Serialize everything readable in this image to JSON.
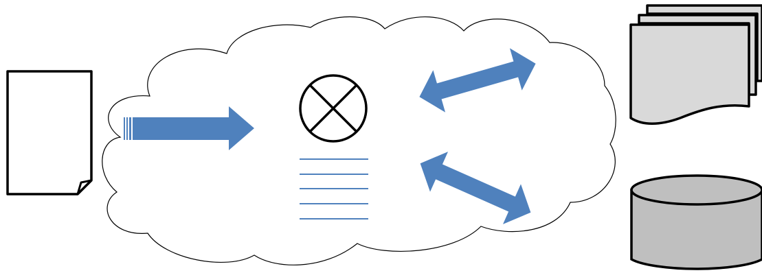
{
  "diagram": {
    "type": "flow-diagram",
    "nodes": [
      {
        "id": "input-document",
        "shape": "document-dog-ear"
      },
      {
        "id": "cloud",
        "shape": "cloud"
      },
      {
        "id": "processing-symbol",
        "shape": "circle-with-x"
      },
      {
        "id": "list-symbol",
        "shape": "horizontal-lines",
        "line_count": 5
      },
      {
        "id": "multi-document-stack",
        "shape": "multiple-documents"
      },
      {
        "id": "database",
        "shape": "cylinder"
      }
    ],
    "edges": [
      {
        "from": "input-document",
        "to": "cloud",
        "style": "striped-arrow",
        "direction": "one-way"
      },
      {
        "from": "cloud",
        "to": "multi-document-stack",
        "style": "block-arrow",
        "direction": "two-way"
      },
      {
        "from": "cloud",
        "to": "database",
        "style": "block-arrow",
        "direction": "two-way"
      }
    ]
  },
  "colors": {
    "arrow": "#4f81bd",
    "list_lines": "#4f81bd",
    "outline": "#000000",
    "document_fill": "#ffffff",
    "stack_fill": "#d9d9d9",
    "database_fill": "#bfbfbf",
    "background": "#ffffff"
  }
}
